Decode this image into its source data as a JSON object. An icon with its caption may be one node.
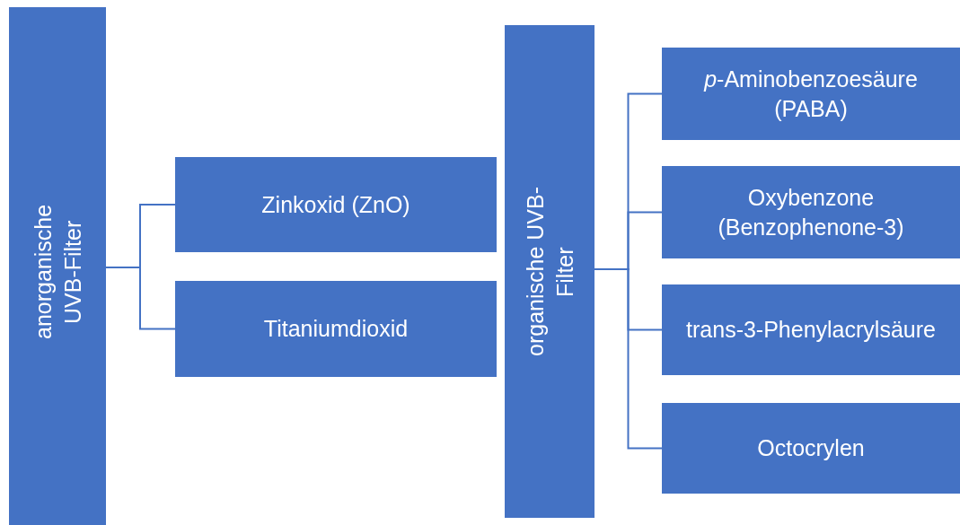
{
  "diagram": {
    "nodes": [
      {
        "text": [
          "anorganische UVB-Filter"
        ]
      },
      {
        "text": [
          "Zinkoxid (ZnO)"
        ]
      },
      {
        "text": [
          "Titaniumdioxid"
        ]
      },
      {
        "text": [
          "organische UVB-Filter"
        ]
      },
      {
        "text": [
          "*p*-Aminobenzoesäure (PABA)"
        ]
      },
      {
        "text": [
          "Oxybenzone (Benzophenone-3)"
        ]
      },
      {
        "text": [
          "trans-3-Phenylacrylsäure"
        ]
      },
      {
        "text": [
          "Octocrylen"
        ]
      }
    ],
    "edges": [
      {
        "from": 0,
        "to": 1,
        "arrow": "none"
      },
      {
        "from": 0,
        "to": 2,
        "arrow": "none"
      },
      {
        "from": 3,
        "to": 4,
        "arrow": "none"
      },
      {
        "from": 3,
        "to": 5,
        "arrow": "none"
      },
      {
        "from": 3,
        "to": 6,
        "arrow": "none"
      },
      {
        "from": 3,
        "to": 7,
        "arrow": "none"
      }
    ]
  }
}
